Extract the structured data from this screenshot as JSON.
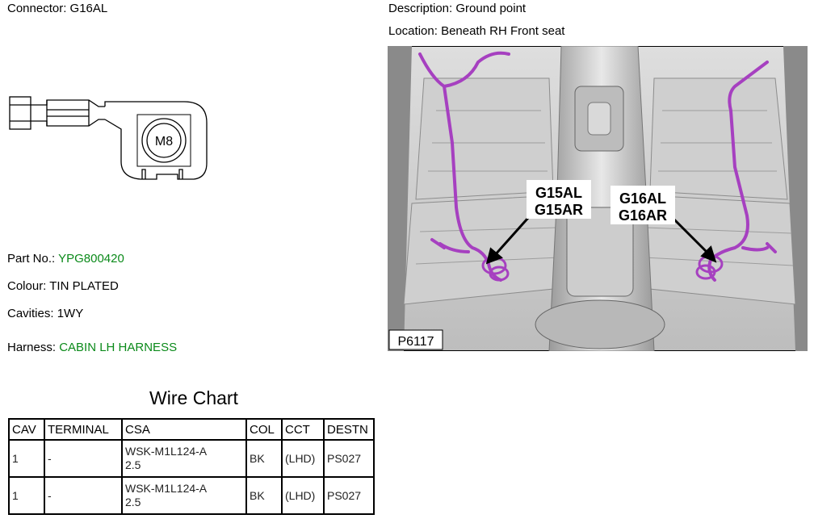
{
  "connector": {
    "label": "Connector:",
    "value": "G16AL"
  },
  "description": {
    "label": "Description:",
    "value": "Ground point"
  },
  "location": {
    "label": "Location:",
    "value": "Beneath RH Front seat"
  },
  "drawing": {
    "stud_label": "M8"
  },
  "photo": {
    "callout_left_1": "G15AL",
    "callout_left_2": "G15AR",
    "callout_right_1": "G16AL",
    "callout_right_2": "G16AR",
    "ref_code": "P6117"
  },
  "part_no": {
    "label": "Part No.:",
    "value": "YPG800420"
  },
  "colour": {
    "label": "Colour:",
    "value": "TIN PLATED"
  },
  "cavities": {
    "label": "Cavities:",
    "value": "1WY"
  },
  "harness": {
    "label": "Harness:",
    "value": "CABIN LH HARNESS"
  },
  "wire_chart": {
    "title": "Wire Chart",
    "headers": [
      "CAV",
      "TERMINAL",
      "CSA",
      "COL",
      "CCT",
      "DESTN"
    ],
    "rows": [
      {
        "cav": "1",
        "terminal": "-",
        "csa_1": "WSK-M1L124-A",
        "csa_2": "2.5",
        "col": "BK",
        "cct": "(LHD)",
        "destn": "PS027"
      },
      {
        "cav": "1",
        "terminal": "-",
        "csa_1": "WSK-M1L124-A",
        "csa_2": "2.5",
        "col": "BK",
        "cct": "(LHD)",
        "destn": "PS027"
      }
    ]
  },
  "colors": {
    "harness_wire": "#a640c0",
    "value_green": "#0b8a1a"
  }
}
